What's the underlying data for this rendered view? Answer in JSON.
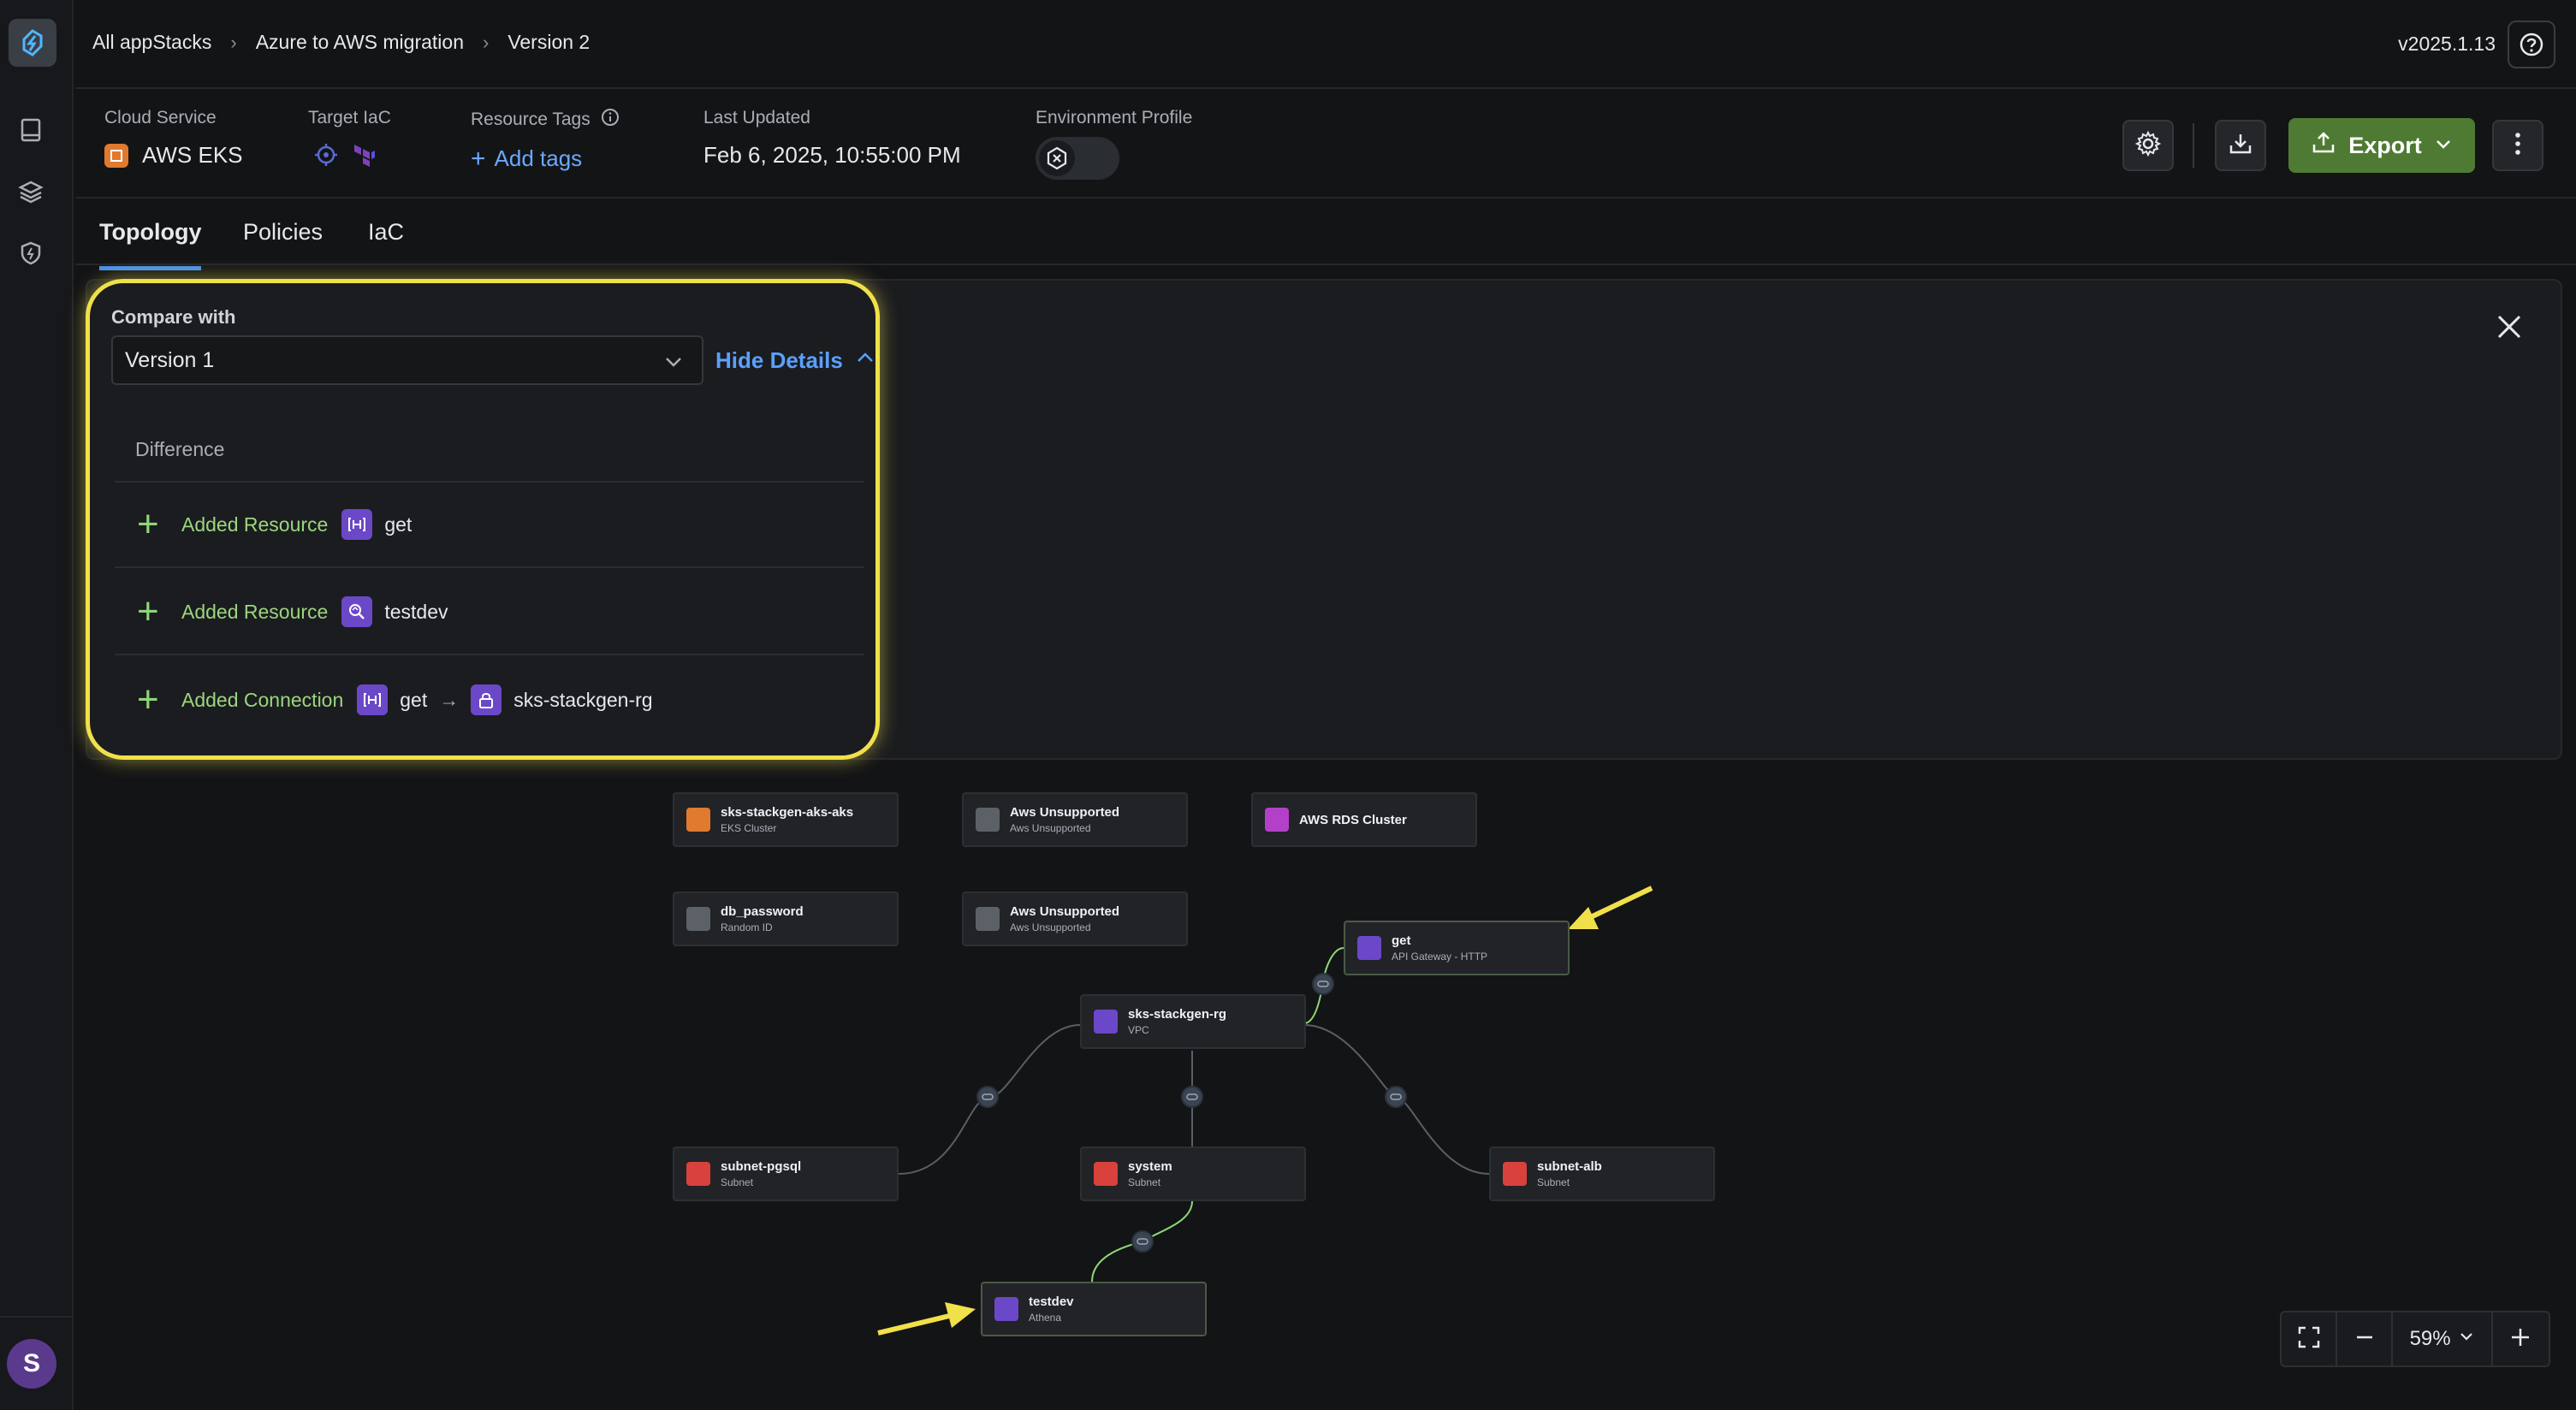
{
  "breadcrumbs": [
    "All appStacks",
    "Azure to AWS migration",
    "Version 2"
  ],
  "app_version": "v2025.1.13",
  "meta": {
    "cloud_service_label": "Cloud Service",
    "cloud_service_value": "AWS EKS",
    "target_iac_label": "Target IaC",
    "resource_tags_label": "Resource Tags",
    "add_tags": "Add tags",
    "last_updated_label": "Last Updated",
    "last_updated_value": "Feb 6, 2025, 10:55:00 PM",
    "env_profile_label": "Environment Profile"
  },
  "toolbar": {
    "export_label": "Export"
  },
  "tabs": [
    "Topology",
    "Policies",
    "IaC"
  ],
  "compare": {
    "label": "Compare with",
    "selected": "Version 1",
    "hide_details": "Hide Details",
    "difference_header": "Difference",
    "rows": [
      {
        "kind": "Added Resource",
        "name": "get"
      },
      {
        "kind": "Added Resource",
        "name": "testdev"
      },
      {
        "kind": "Added Connection",
        "from": "get",
        "to": "sks-stackgen-rg"
      }
    ]
  },
  "nodes": [
    {
      "title": "sks-stackgen-aks-aks",
      "subtitle": "EKS Cluster",
      "color": "#e07a2f"
    },
    {
      "title": "Aws Unsupported",
      "subtitle": "Aws Unsupported",
      "color": "#5c6168"
    },
    {
      "title": "AWS RDS Cluster",
      "subtitle": "",
      "color": "#b43fc8"
    },
    {
      "title": "db_password",
      "subtitle": "Random ID",
      "color": "#5c6168"
    },
    {
      "title": "Aws Unsupported",
      "subtitle": "Aws Unsupported",
      "color": "#5c6168"
    },
    {
      "title": "get",
      "subtitle": "API Gateway - HTTP",
      "color": "#6b48c8"
    },
    {
      "title": "sks-stackgen-rg",
      "subtitle": "VPC",
      "color": "#6b48c8"
    },
    {
      "title": "subnet-pgsql",
      "subtitle": "Subnet",
      "color": "#d9413c"
    },
    {
      "title": "system",
      "subtitle": "Subnet",
      "color": "#d9413c"
    },
    {
      "title": "subnet-alb",
      "subtitle": "Subnet",
      "color": "#d9413c"
    },
    {
      "title": "testdev",
      "subtitle": "Athena",
      "color": "#6b48c8"
    }
  ],
  "zoom_level": "59%",
  "user_initial": "S",
  "colors": {
    "accent_green": "#4f7a33",
    "highlight": "#f0e04a",
    "link": "#5aa0ff"
  }
}
